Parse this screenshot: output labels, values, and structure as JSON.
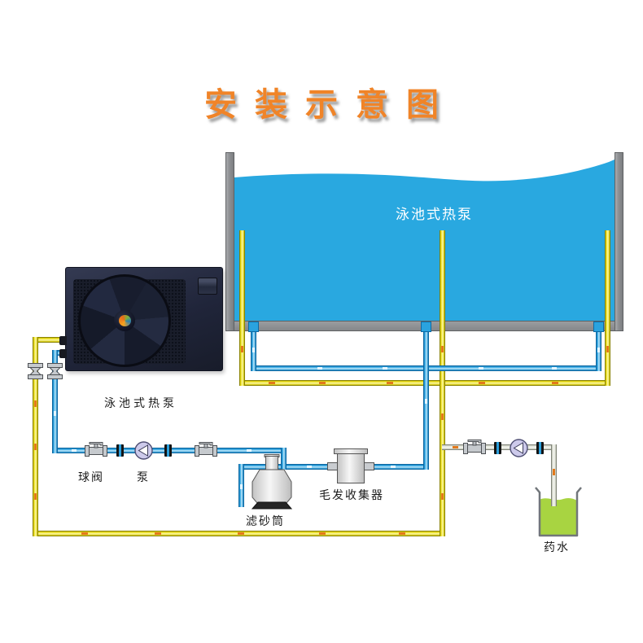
{
  "title": {
    "text": "安装示意图",
    "color": "#f08428"
  },
  "pool": {
    "water_label": "泳池式热泵",
    "water_color": "#29a8e0",
    "wall_color": "#8f9194"
  },
  "heat_pump": {
    "label": "泳池式热泵",
    "body_color": "#232838"
  },
  "labels": {
    "ball_valve": "球阀",
    "pump": "泵",
    "sand_filter": "滤砂筒",
    "hair_collector": "毛发收集器",
    "chemical": "药水"
  },
  "pipes": {
    "suction_color": "#2b9fdc",
    "return_color": "#e8dc1e",
    "dosing_color": "#dfe2d7",
    "flow_mark_color": "#e2791c"
  },
  "chemical_tank": {
    "liquid_color": "#a8d441"
  }
}
